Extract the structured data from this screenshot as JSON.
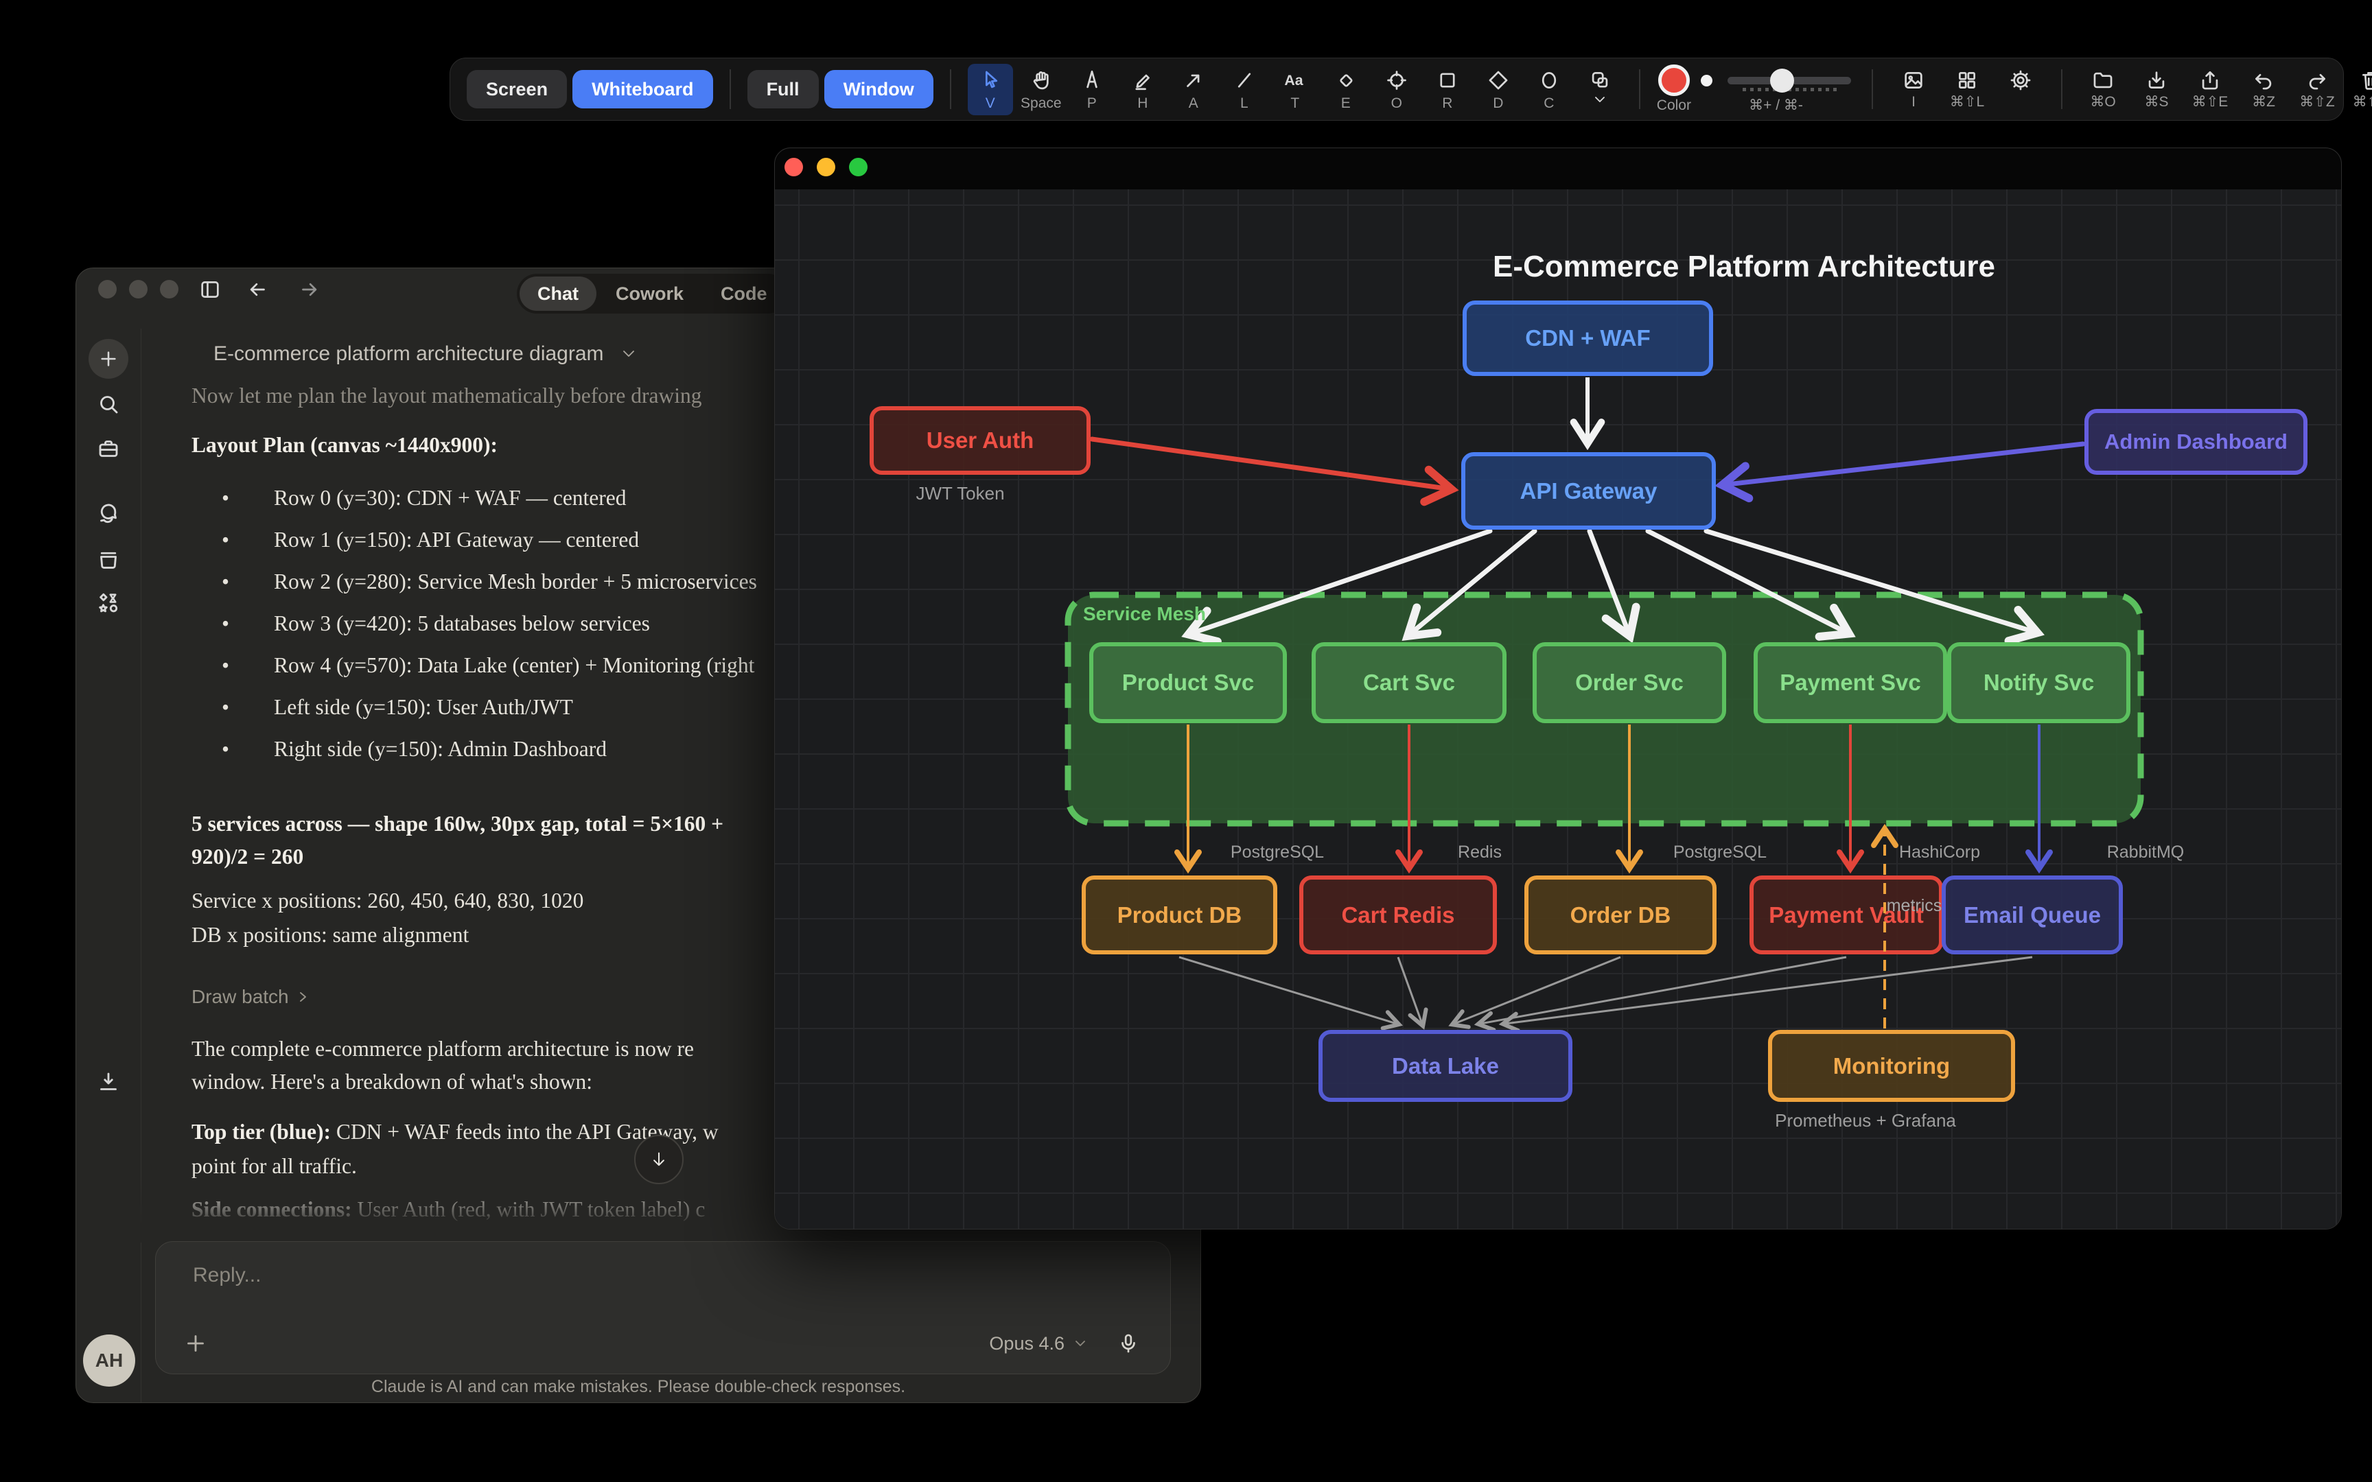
{
  "toolbar": {
    "modes": [
      {
        "label": "Screen"
      },
      {
        "label": "Whiteboard"
      }
    ],
    "capture": [
      {
        "label": "Full"
      },
      {
        "label": "Window"
      }
    ],
    "tools": [
      {
        "name": "select",
        "label": "V"
      },
      {
        "name": "pan",
        "label": "Space"
      },
      {
        "name": "pen",
        "label": "P"
      },
      {
        "name": "highlighter",
        "label": "H"
      },
      {
        "name": "arrow",
        "label": "A"
      },
      {
        "name": "line",
        "label": "L"
      },
      {
        "name": "text",
        "label": "T"
      },
      {
        "name": "eraser",
        "label": "E"
      },
      {
        "name": "laser",
        "label": "O"
      },
      {
        "name": "rectangle",
        "label": "R"
      },
      {
        "name": "diamond",
        "label": "D"
      },
      {
        "name": "ellipse",
        "label": "C"
      },
      {
        "name": "shapes",
        "label": ""
      }
    ],
    "color_label": "Color",
    "zoom_shortcut": "⌘+ / ⌘-",
    "actions": [
      {
        "name": "insert-image",
        "label": "I"
      },
      {
        "name": "layout-grid",
        "label": "⌘⇧L"
      },
      {
        "name": "settings",
        "label": ""
      },
      {
        "name": "open",
        "label": "⌘O"
      },
      {
        "name": "save",
        "label": "⌘S"
      },
      {
        "name": "export",
        "label": "⌘⇧E"
      },
      {
        "name": "undo",
        "label": "⌘Z"
      },
      {
        "name": "redo",
        "label": "⌘⇧Z"
      },
      {
        "name": "clear",
        "label": "⌘⇧X"
      }
    ]
  },
  "chat": {
    "tabs": [
      "Chat",
      "Cowork",
      "Code"
    ],
    "title": "E-commerce platform architecture diagram",
    "scrollback_line": "Now let me plan the layout mathematically before drawing",
    "heading": "Layout Plan (canvas ~1440x900):",
    "bullets": [
      "Row 0 (y=30): CDN + WAF — centered",
      "Row 1 (y=150): API Gateway — centered",
      "Row 2 (y=280): Service Mesh border + 5 microservices",
      "Row 3 (y=420): 5 databases below services",
      "Row 4 (y=570): Data Lake (center) + Monitoring (right",
      "Left side (y=150): User Auth/JWT",
      "Right side (y=150): Admin Dashboard"
    ],
    "calc_line1": "5 services across — shape 160w, 30px gap, total = 5×160 +",
    "calc_line2": "920)/2 = 260",
    "positions_line1": "Service x positions: 260, 450, 640, 830, 1020",
    "positions_line2": "DB x positions: same alignment",
    "tool_link": "Draw batch",
    "para1_line1": "The complete e-commerce platform architecture is now re",
    "para1_line2": "window. Here's a breakdown of what's shown:",
    "tier_bold": "Top tier (blue):",
    "tier_rest": " CDN + WAF feeds into the API Gateway, w",
    "tier_line2": "point for all traffic.",
    "side_bold": "Side connections:",
    "side_rest": " User Auth (red, with JWT token label) c",
    "reply_placeholder": "Reply...",
    "model": "Opus 4.6",
    "disclaimer": "Claude is AI and can make mistakes. Please double-check responses.",
    "avatar": "AH"
  },
  "whiteboard": {
    "title": "E-Commerce Platform Architecture",
    "nodes": {
      "cdn": "CDN + WAF",
      "api": "API Gateway",
      "user_auth": "User Auth",
      "admin": "Admin Dashboard",
      "mesh": "Service Mesh",
      "services": [
        "Product Svc",
        "Cart Svc",
        "Order Svc",
        "Payment Svc",
        "Notify Svc"
      ],
      "databases": [
        "Product DB",
        "Cart Redis",
        "Order DB",
        "Payment Vault",
        "Email Queue"
      ],
      "tech": [
        "PostgreSQL",
        "Redis",
        "PostgreSQL",
        "HashiCorp",
        "RabbitMQ"
      ],
      "data_lake": "Data Lake",
      "monitoring": "Monitoring",
      "monitoring_sub": "Prometheus + Grafana",
      "jwt": "JWT Token",
      "metrics": "metrics"
    }
  },
  "colors": {
    "toolbar_accent": "#4a7df5",
    "color_swatch": "#e8463c",
    "node_blue": "#4a7ef2",
    "node_red": "#e2453a",
    "node_green": "#5bc05e",
    "node_orange": "#eea23d",
    "node_indigo": "#545bd4",
    "node_purple": "#665ee0",
    "traffic_red": "#ff5f57",
    "traffic_yellow": "#febc2e",
    "traffic_green": "#28c840"
  }
}
